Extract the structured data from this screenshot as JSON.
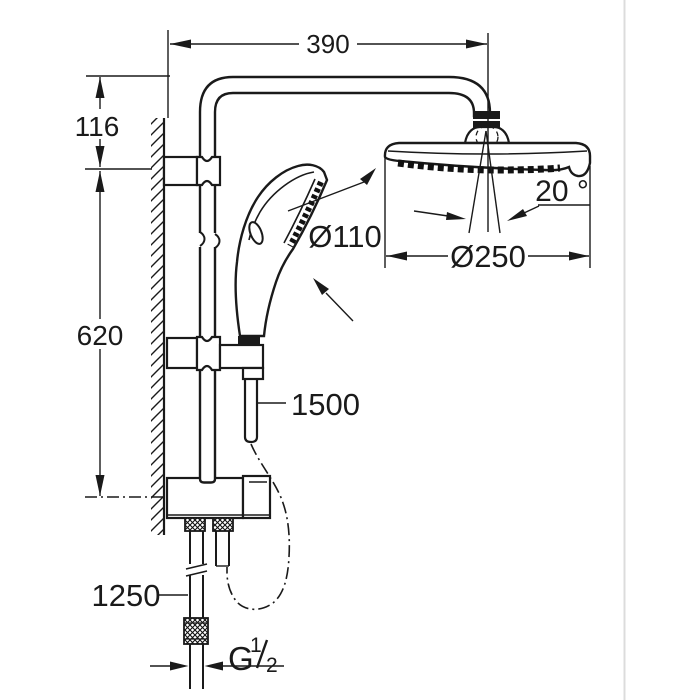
{
  "colors": {
    "background": "#ffffff",
    "line": "#1a1a1a",
    "faint_divider": "#dcdcdc"
  },
  "drawing": {
    "type": "shower-system-dimension-drawing",
    "labels": {
      "width_top": "390",
      "height_upper": "116",
      "height_rail": "620",
      "hand_shower_diameter": "Ø110",
      "head_shower_diameter": "Ø250",
      "head_tilt_angle": "20 °",
      "shower_hose_length": "1500",
      "supply_hose_length": "1250",
      "thread": {
        "letter": "G",
        "numerator": "1",
        "denominator": "2"
      }
    }
  }
}
